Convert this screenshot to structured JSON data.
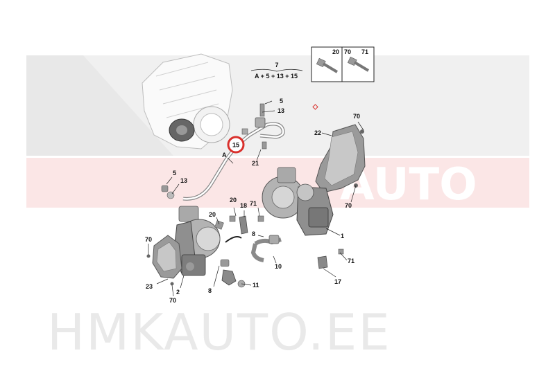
{
  "watermark": {
    "logo_text": "AUTO",
    "brand_text": "HMKAUTO.EE"
  },
  "formula": {
    "top": "7",
    "bottom": "A + 5 + 13 + 15"
  },
  "bolt_table": {
    "headers": [
      "20",
      "70",
      "71"
    ]
  },
  "highlight_label": "15",
  "callouts": [
    {
      "id": "c5a",
      "text": "5"
    },
    {
      "id": "c13a",
      "text": "13"
    },
    {
      "id": "c70a",
      "text": "70"
    },
    {
      "id": "c22",
      "text": "22"
    },
    {
      "id": "cA",
      "text": "A"
    },
    {
      "id": "c21",
      "text": "21"
    },
    {
      "id": "c5b",
      "text": "5"
    },
    {
      "id": "c13b",
      "text": "13"
    },
    {
      "id": "c20a",
      "text": "20"
    },
    {
      "id": "c18",
      "text": "18"
    },
    {
      "id": "c71a",
      "text": "71"
    },
    {
      "id": "c70b",
      "text": "70"
    },
    {
      "id": "c20b",
      "text": "20"
    },
    {
      "id": "c8a",
      "text": "8"
    },
    {
      "id": "c1",
      "text": "1"
    },
    {
      "id": "c70c",
      "text": "70"
    },
    {
      "id": "c10",
      "text": "10"
    },
    {
      "id": "c71b",
      "text": "71"
    },
    {
      "id": "c17",
      "text": "17"
    },
    {
      "id": "c23",
      "text": "23"
    },
    {
      "id": "c2",
      "text": "2"
    },
    {
      "id": "c8b",
      "text": "8"
    },
    {
      "id": "c11",
      "text": "11"
    },
    {
      "id": "c70d",
      "text": "70"
    }
  ],
  "colors": {
    "watermark_gray": "#eeeeee",
    "watermark_red": "#fbe3e3",
    "highlight_red": "#d9302c",
    "part_fill": "#b9b9b9",
    "part_dark": "#7d7d7d"
  }
}
